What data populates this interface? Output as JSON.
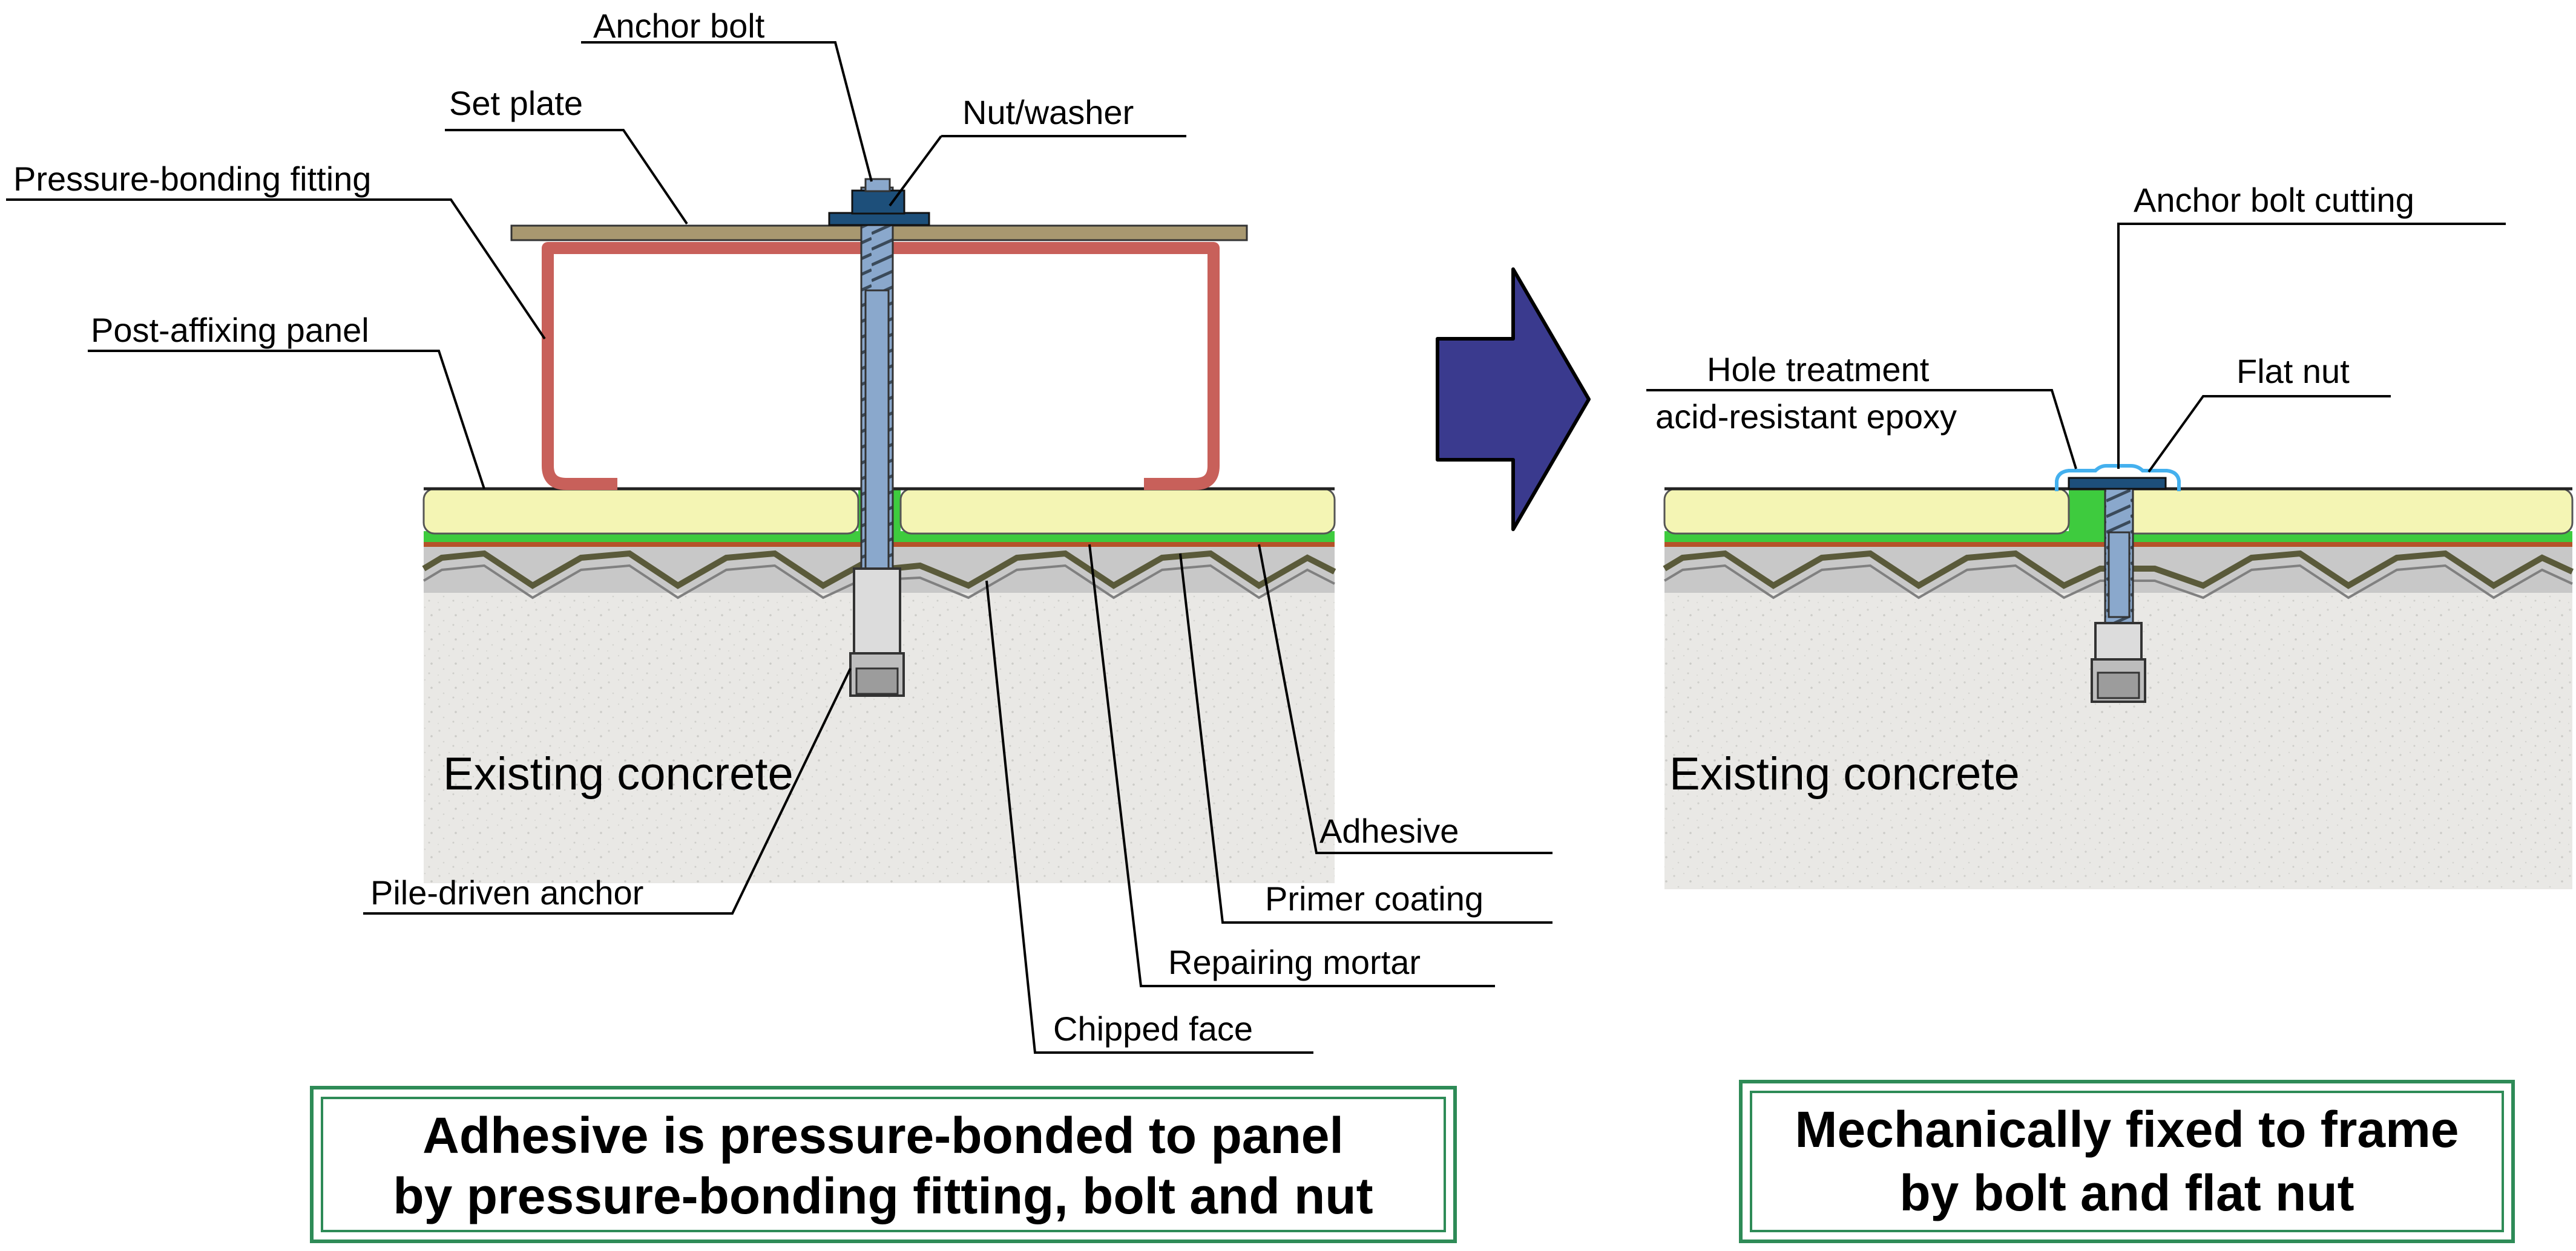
{
  "colors": {
    "concrete": "#e9e8e5",
    "panel": "#f4f5b4",
    "adhesive": "#3ecb3e",
    "primer": "#b5532a",
    "mortar": "#c8c8c8",
    "fitting": "#c8605a",
    "plate": "#a89870",
    "bolt": "#8aa8cc",
    "nut": "#1d4f7a",
    "arrow": "#3a3a8e",
    "epoxy": "#44b0ee",
    "caption_border": "#2e8b57"
  },
  "left": {
    "labels": {
      "anchor_bolt": "Anchor bolt",
      "set_plate": "Set plate",
      "nut_washer": "Nut/washer",
      "pressure_fitting": "Pressure-bonding fitting",
      "post_affixing_panel": "Post-affixing panel",
      "existing_concrete": "Existing concrete",
      "pile_driven_anchor": "Pile-driven anchor",
      "adhesive": "Adhesive",
      "primer_coating": "Primer coating",
      "repairing_mortar": "Repairing mortar",
      "chipped_face": "Chipped face"
    },
    "caption_line1": "Adhesive is pressure-bonded to panel",
    "caption_line2": "by pressure-bonding fitting, bolt and nut"
  },
  "right": {
    "labels": {
      "anchor_bolt_cutting": "Anchor bolt cutting",
      "hole_treatment": "Hole treatment",
      "acid_resistant_epoxy": "acid-resistant epoxy",
      "flat_nut": "Flat nut",
      "existing_concrete": "Existing concrete"
    },
    "caption_line1": "Mechanically fixed to frame",
    "caption_line2": "by bolt and flat nut"
  },
  "transition_arrow": "right-arrow-icon"
}
